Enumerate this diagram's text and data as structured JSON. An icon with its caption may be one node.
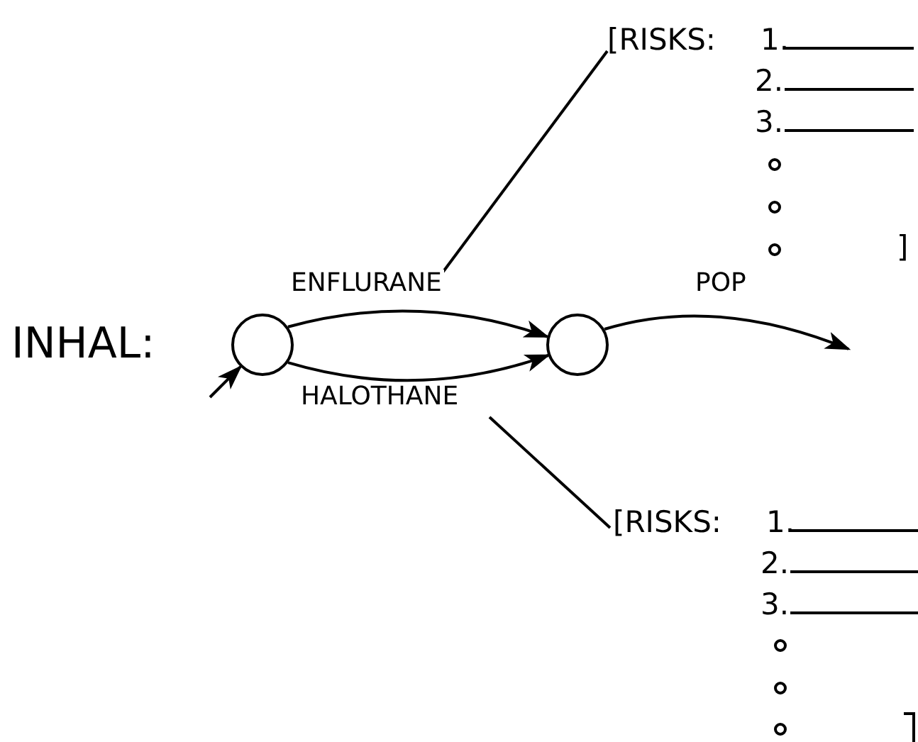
{
  "diagram": {
    "nodes": [
      {
        "text": [
          "[RISKS:",
          "1.",
          "2.",
          "3.",
          "]"
        ]
      },
      {
        "text": [],
        "shape": "circle"
      },
      {
        "text": [],
        "shape": "circle"
      },
      {
        "text": [
          "[RISKS:",
          "1.",
          "2.",
          "3."
        ]
      }
    ],
    "edges": [
      {
        "from": null,
        "to": 1,
        "arrow": "to"
      },
      {
        "from": 1,
        "to": 2,
        "arrow": "to",
        "label": "ENFLURANE"
      },
      {
        "from": 1,
        "to": 2,
        "arrow": "to",
        "label": "HALOTHANE"
      },
      {
        "from": 2,
        "to": null,
        "arrow": "to",
        "label": "POP"
      },
      {
        "from": 0,
        "to": null,
        "arrow": "none"
      },
      {
        "from": 3,
        "to": null,
        "arrow": "none"
      }
    ],
    "labels": [
      "INHAL:"
    ]
  }
}
